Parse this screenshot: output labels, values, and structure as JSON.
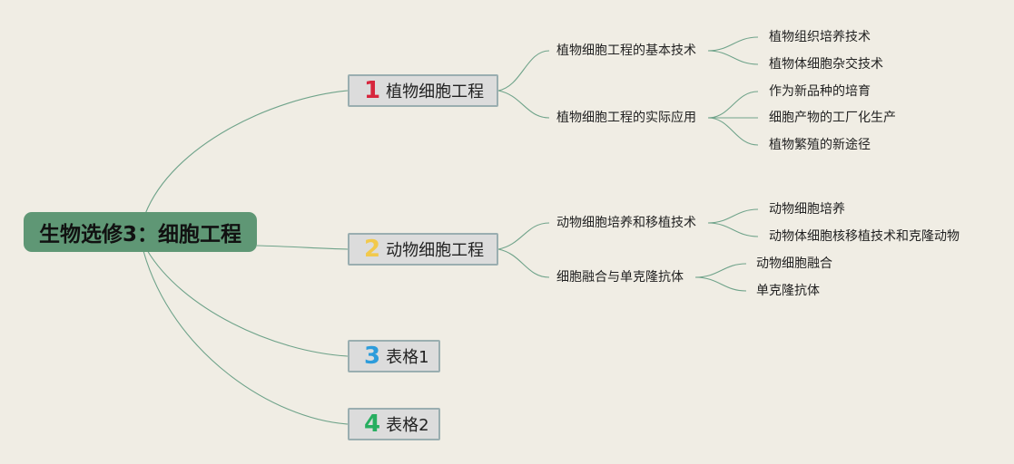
{
  "colors": {
    "background": "#f0ede4",
    "root_fill": "#5f9775",
    "branch_fill": "#dcdcdc",
    "branch_border": "#9aaeb0",
    "connector": "#6fa38a",
    "badge_1": "#d7263d",
    "badge_2": "#f2c94c",
    "badge_3": "#2d9cdb",
    "badge_4": "#27ae60"
  },
  "root": {
    "title": "生物选修3：细胞工程"
  },
  "branches": [
    {
      "number": "1",
      "label": "植物细胞工程",
      "children": [
        {
          "label": "植物细胞工程的基本技术",
          "children": [
            "植物组织培养技术",
            "植物体细胞杂交技术"
          ]
        },
        {
          "label": "植物细胞工程的实际应用",
          "children": [
            "作为新品种的培育",
            "细胞产物的工厂化生产",
            "植物繁殖的新途径"
          ]
        }
      ]
    },
    {
      "number": "2",
      "label": "动物细胞工程",
      "children": [
        {
          "label": "动物细胞培养和移植技术",
          "children": [
            "动物细胞培养",
            "动物体细胞核移植技术和克隆动物"
          ]
        },
        {
          "label": "细胞融合与单克隆抗体",
          "children": [
            "动物细胞融合",
            "单克隆抗体"
          ]
        }
      ]
    },
    {
      "number": "3",
      "label": "表格1",
      "children": []
    },
    {
      "number": "4",
      "label": "表格2",
      "children": []
    }
  ]
}
